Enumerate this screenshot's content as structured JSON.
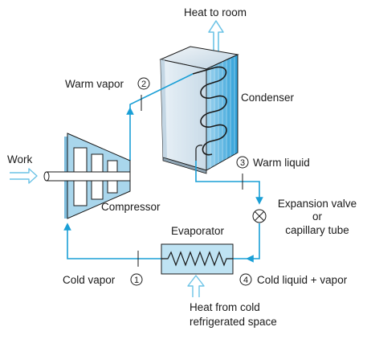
{
  "labels": {
    "heat_to_room": "Heat to room",
    "warm_vapor": "Warm vapor",
    "condenser": "Condenser",
    "warm_liquid": "Warm liquid",
    "work": "Work",
    "compressor": "Compressor",
    "expansion_valve": "Expansion valve",
    "or": "or",
    "capillary_tube": "capillary tube",
    "evaporator": "Evaporator",
    "cold_vapor": "Cold vapor",
    "cold_liquid_vapor": "Cold liquid + vapor",
    "heat_from_cold_1": "Heat from cold",
    "heat_from_cold_2": "refrigerated space"
  },
  "state_points": {
    "p1": "1",
    "p2": "2",
    "p3": "3",
    "p4": "4"
  },
  "colors": {
    "flow_line": "#1a9fd6",
    "heat_arrow": "#6cc3e6",
    "evaporator_fill": "#bfe3f3",
    "component_fill": "#a9d6ec",
    "condenser_front": "#d7e6f0",
    "condenser_coil_area": "#4bb3e0",
    "outline": "#1a1a1a"
  }
}
